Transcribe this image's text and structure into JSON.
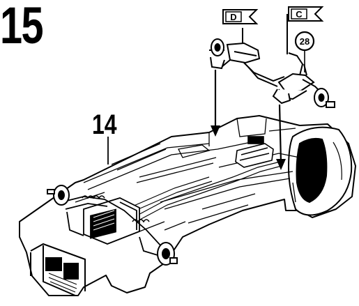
{
  "step": {
    "number": "15"
  },
  "callouts": {
    "part_14": "14",
    "flag_d": "D",
    "flag_c": "C",
    "circle_28": "28"
  },
  "colors": {
    "ink": "#000000",
    "paper": "#ffffff"
  }
}
